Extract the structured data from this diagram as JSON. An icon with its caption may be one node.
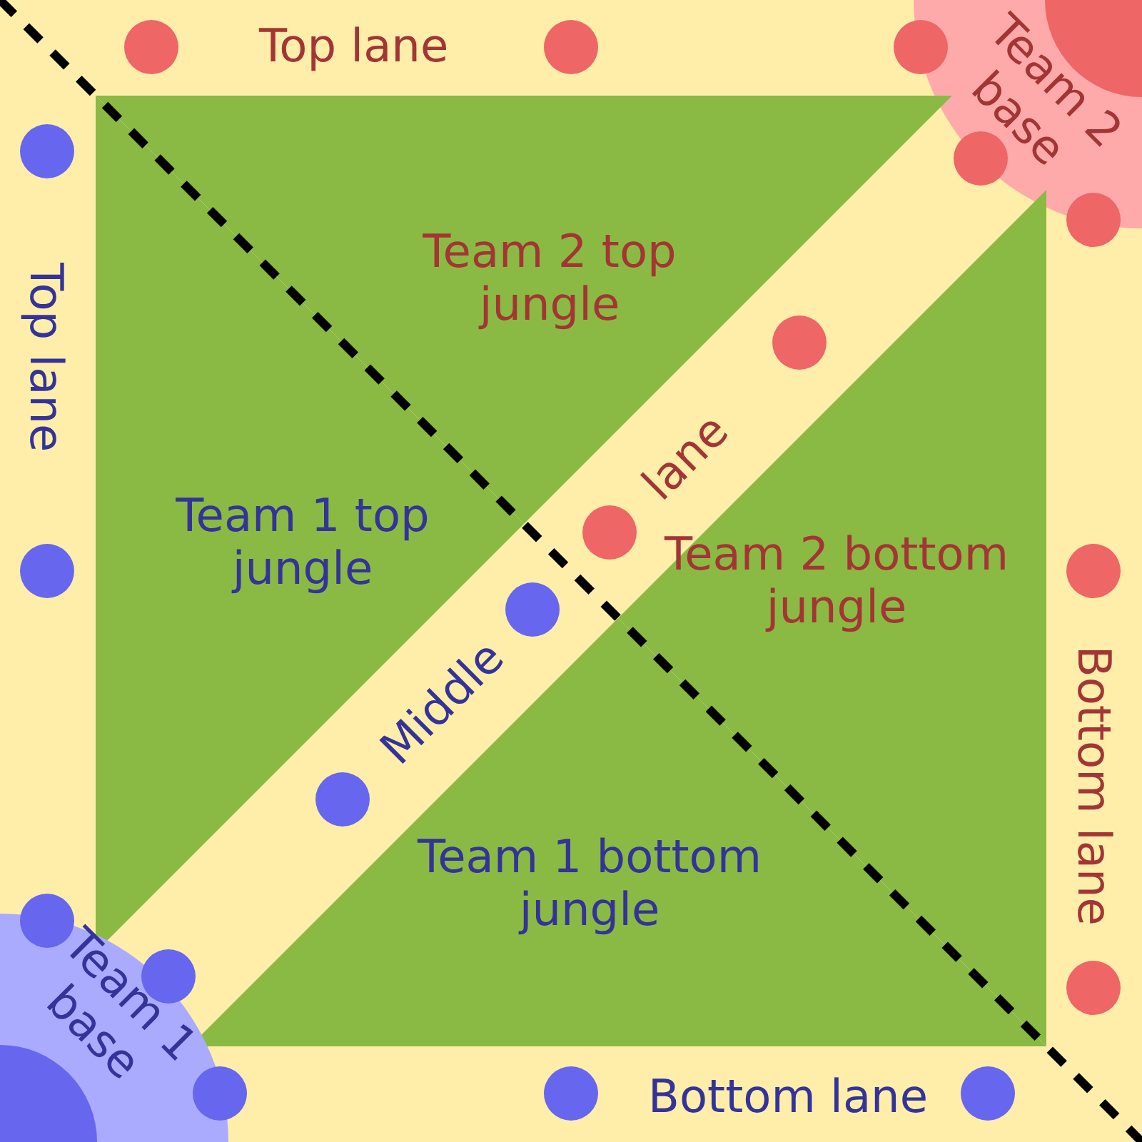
{
  "diagram": {
    "nodes": [
      {
        "text": [
          "Team 2 base"
        ]
      },
      {
        "text": [
          "Team 2 top jungle"
        ]
      },
      {
        "text": [
          "Team 1 top jungle"
        ]
      },
      {
        "text": [
          "Team 2 bottom jungle"
        ]
      },
      {
        "text": [
          "Team 1 bottom jungle"
        ]
      },
      {
        "text": [
          "Team 1 base"
        ]
      }
    ],
    "edges": [],
    "labels": [
      "Top lane",
      "Top lane",
      "lane",
      "Middle",
      "Bottom lane",
      "Bottom lane"
    ]
  }
}
